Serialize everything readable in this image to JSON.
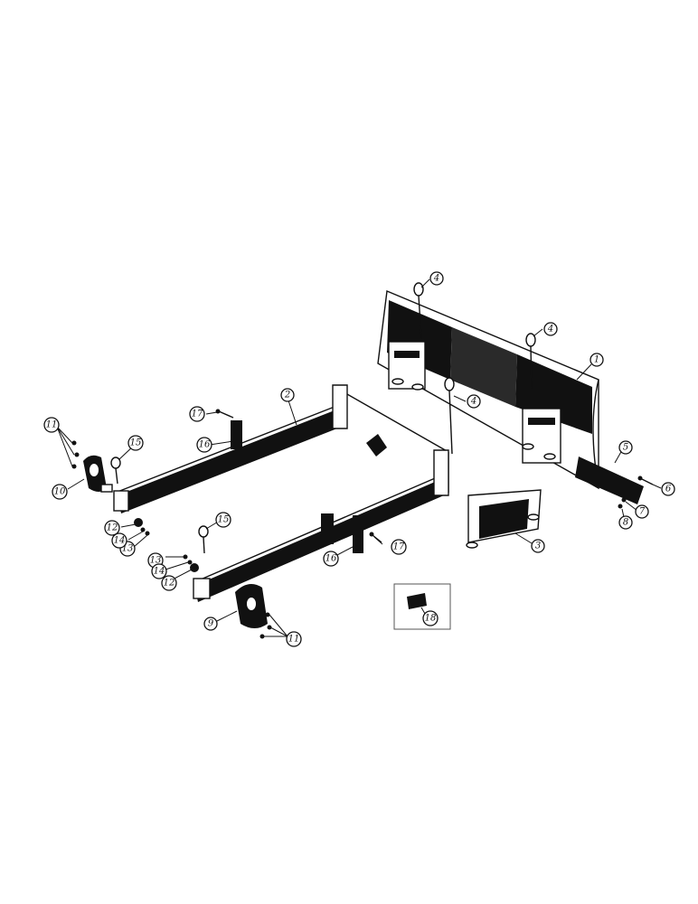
{
  "callouts": [
    {
      "id": "c-1",
      "label": "1"
    },
    {
      "id": "c-2",
      "label": "2"
    },
    {
      "id": "c-3",
      "label": "3"
    },
    {
      "id": "c-4a",
      "label": "4"
    },
    {
      "id": "c-4b",
      "label": "4"
    },
    {
      "id": "c-4c",
      "label": "4"
    },
    {
      "id": "c-5",
      "label": "5"
    },
    {
      "id": "c-6",
      "label": "6"
    },
    {
      "id": "c-7",
      "label": "7"
    },
    {
      "id": "c-8",
      "label": "8"
    },
    {
      "id": "c-9",
      "label": "9"
    },
    {
      "id": "c-10",
      "label": "10"
    },
    {
      "id": "c-11a",
      "label": "11"
    },
    {
      "id": "c-11b",
      "label": "11"
    },
    {
      "id": "c-12a",
      "label": "12"
    },
    {
      "id": "c-12b",
      "label": "12"
    },
    {
      "id": "c-13a",
      "label": "13"
    },
    {
      "id": "c-13b",
      "label": "13"
    },
    {
      "id": "c-14a",
      "label": "14"
    },
    {
      "id": "c-14b",
      "label": "14"
    },
    {
      "id": "c-15a",
      "label": "15"
    },
    {
      "id": "c-15b",
      "label": "15"
    },
    {
      "id": "c-16a",
      "label": "16"
    },
    {
      "id": "c-16b",
      "label": "16"
    },
    {
      "id": "c-17a",
      "label": "17"
    },
    {
      "id": "c-17b",
      "label": "17"
    },
    {
      "id": "c-18",
      "label": "18"
    }
  ]
}
